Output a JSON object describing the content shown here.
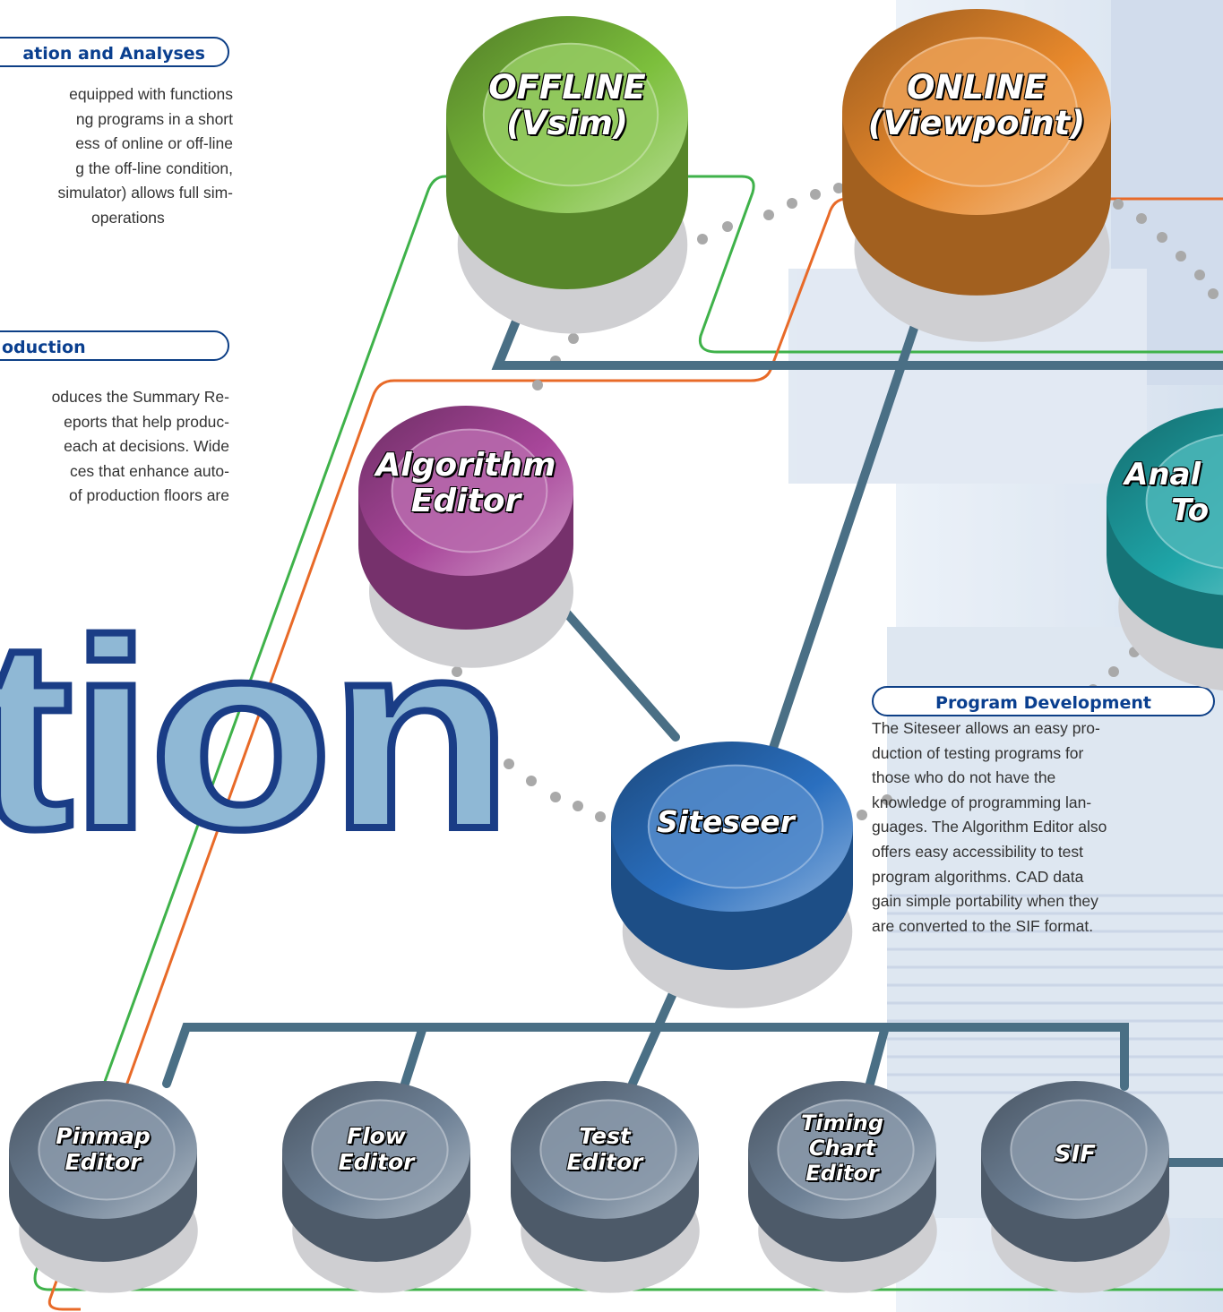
{
  "sections": {
    "top_left": {
      "heading": "ation and Analyses",
      "lines": [
        "equipped with functions",
        "ng programs in a short",
        "ess of online or off-line",
        "g the off-line condition,",
        "simulator) allows full sim-",
        "operations"
      ]
    },
    "mid_left": {
      "heading": "oduction",
      "lines": [
        "oduces the Summary Re-",
        "eports that help produc-",
        "each at decisions. Wide",
        "ces that enhance auto-",
        "of production floors are"
      ]
    },
    "program_development": {
      "heading": "Program Development",
      "lines": [
        "The Siteseer allows an easy pro-",
        "duction of testing programs for",
        "those who do not have the",
        "knowledge of programming lan-",
        "guages. The Algorithm Editor also",
        "offers easy accessibility to test",
        "program algorithms. CAD data",
        "gain simple portability when they",
        "are converted to the SIF format."
      ]
    }
  },
  "big_word": "tion",
  "nodes": {
    "offline": {
      "line1": "OFFLINE",
      "line2": "(Vsim)",
      "color": "#7cbf3c"
    },
    "online": {
      "line1": "ONLINE",
      "line2": "(Viewpoint)",
      "color": "#e8892c"
    },
    "algorithm": {
      "line1": "Algorithm",
      "line2": "Editor",
      "color": "#a8469a"
    },
    "analysis": {
      "line1": "Anal",
      "line2": "To",
      "color": "#1fa5a8"
    },
    "siteseer": {
      "line1": "Siteseer",
      "color": "#2a6fbf"
    },
    "pinmap": {
      "line1": "Pinmap",
      "line2": "Editor",
      "color": "#6e8196"
    },
    "flow": {
      "line1": "Flow",
      "line2": "Editor",
      "color": "#6e8196"
    },
    "test": {
      "line1": "Test",
      "line2": "Editor",
      "color": "#6e8196"
    },
    "timing": {
      "line1": "Timing",
      "line2": "Chart",
      "line3": "Editor",
      "color": "#6e8196"
    },
    "sif": {
      "line1": "SIF",
      "color": "#6e8196"
    }
  }
}
